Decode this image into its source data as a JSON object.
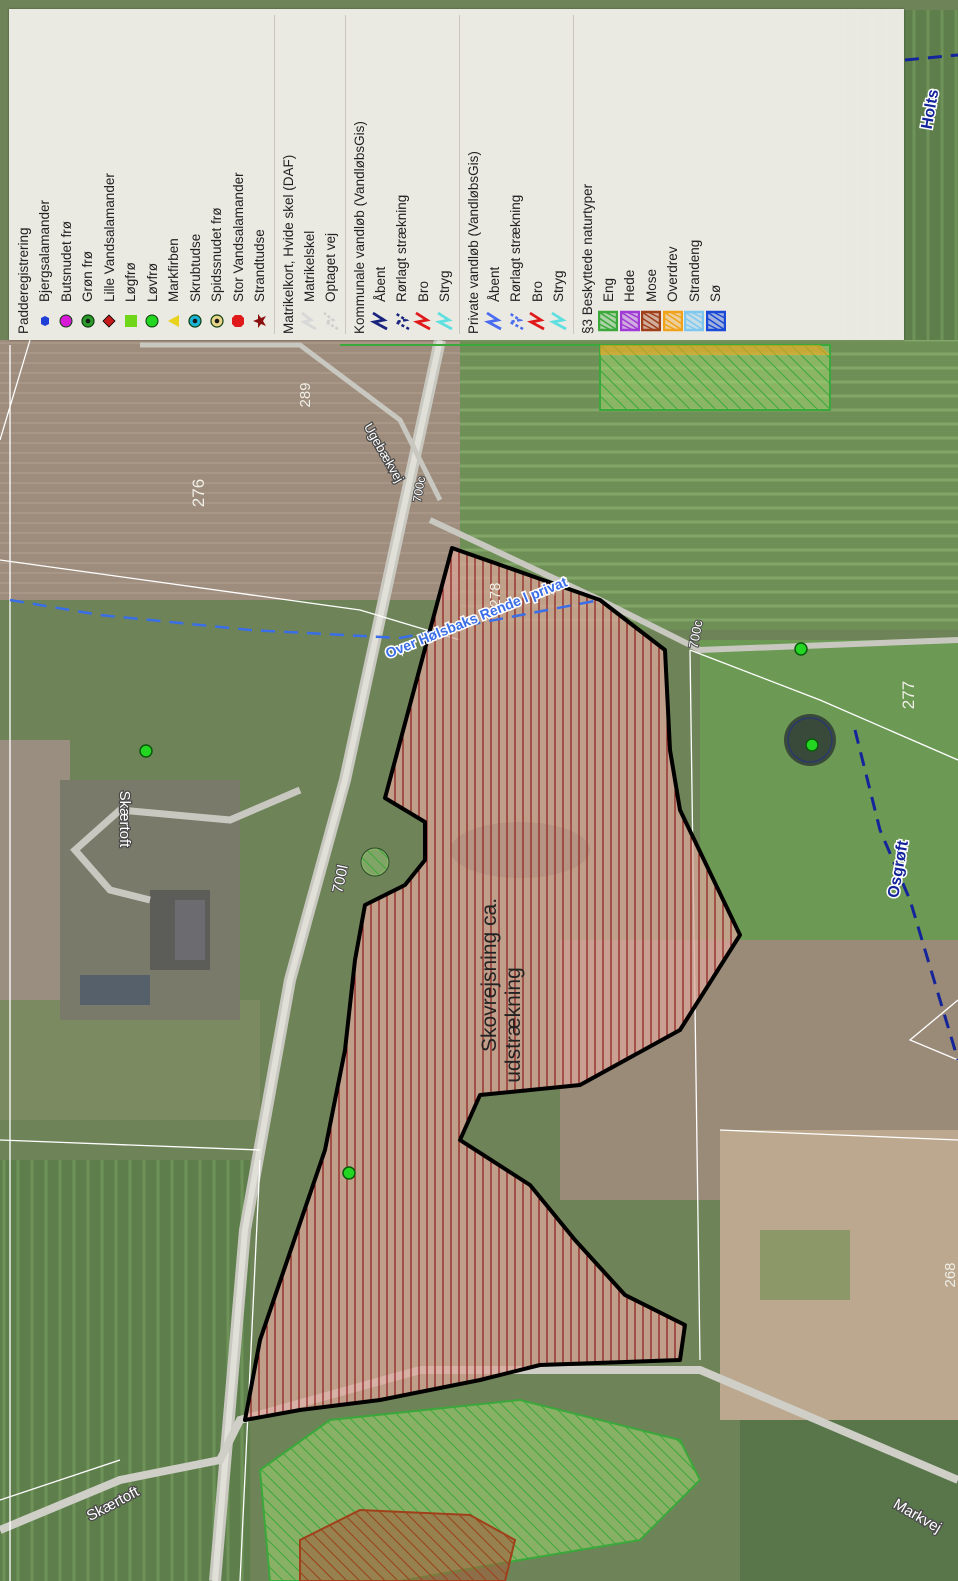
{
  "legend": {
    "groups": [
      {
        "title": "Padderegistrering",
        "items": [
          {
            "label": "Bjergsalamander",
            "symbol": "blue-hexagon-icon",
            "color": "#1f3fd6"
          },
          {
            "label": "Butsnudet frø",
            "symbol": "magenta-dot-icon",
            "color": "#d81ad8"
          },
          {
            "label": "Grøn frø",
            "symbol": "green-ring-dot-icon",
            "color": "#2a9a2a"
          },
          {
            "label": "Lille Vandsalamander",
            "symbol": "red-diamond-icon",
            "color": "#c51a1a"
          },
          {
            "label": "Løgfrø",
            "symbol": "green-square-icon",
            "color": "#6fd61a"
          },
          {
            "label": "Løvfrø",
            "symbol": "green-dot-icon",
            "color": "#22d622"
          },
          {
            "label": "Markfirben",
            "symbol": "yellow-triangle-icon",
            "color": "#e8d21a"
          },
          {
            "label": "Skrubtudse",
            "symbol": "cyan-ring-dot-icon",
            "color": "#1ab4d6"
          },
          {
            "label": "Spidssnudet frø",
            "symbol": "cream-ring-dot-icon",
            "color": "#e8d48a"
          },
          {
            "label": "Stor Vandsalamander",
            "symbol": "red-octagon-icon",
            "color": "#e01a1a"
          },
          {
            "label": "Strandtudse",
            "symbol": "dark-red-star-icon",
            "color": "#8a1010"
          }
        ]
      },
      {
        "title": "Matrikelkort, Hvide skel (DAF)",
        "items": [
          {
            "label": "Matrikelskel",
            "symbol": "white-line-icon",
            "color": "#ffffff"
          },
          {
            "label": "Optaget vej",
            "symbol": "white-dashed-line-icon",
            "color": "#ffffff"
          }
        ]
      },
      {
        "title": "Kommunale vandløb (VandløbsGis)",
        "items": [
          {
            "label": "Åbent",
            "symbol": "navy-zigzag-icon",
            "color": "#1a237e"
          },
          {
            "label": "Rørlagt strækning",
            "symbol": "navy-dashed-zigzag-icon",
            "color": "#1a237e"
          },
          {
            "label": "Bro",
            "symbol": "red-zigzag-icon",
            "color": "#e01a1a"
          },
          {
            "label": "Stryg",
            "symbol": "cyan-zigzag-icon",
            "color": "#5ee0e0"
          }
        ]
      },
      {
        "title": "Private vandløb (VandløbsGis)",
        "items": [
          {
            "label": "Åbent",
            "symbol": "blue-zigzag-icon",
            "color": "#4a6cf0"
          },
          {
            "label": "Rørlagt strækning",
            "symbol": "blue-dashed-zigzag-icon",
            "color": "#4a6cf0"
          },
          {
            "label": "Bro",
            "symbol": "red-zigzag-icon",
            "color": "#e01a1a"
          },
          {
            "label": "Stryg",
            "symbol": "cyan-zigzag-icon",
            "color": "#5ee0e0"
          }
        ]
      },
      {
        "title": "§3 Beskyttede naturtyper",
        "items": [
          {
            "label": "Eng",
            "symbol": "green-hatched-square-icon",
            "color": "#3aa83a"
          },
          {
            "label": "Hede",
            "symbol": "purple-hatched-square-icon",
            "color": "#a03ad6"
          },
          {
            "label": "Mose",
            "symbol": "brown-hatched-square-icon",
            "color": "#a0401a"
          },
          {
            "label": "Overdrev",
            "symbol": "orange-hatched-square-icon",
            "color": "#f0a21a"
          },
          {
            "label": "Strandeng",
            "symbol": "lightblue-hatched-square-icon",
            "color": "#7ec8f0"
          },
          {
            "label": "Sø",
            "symbol": "blue-hatched-square-icon",
            "color": "#1a4ad6"
          }
        ]
      }
    ]
  },
  "map": {
    "parcel_numbers": [
      "276",
      "289",
      "278",
      "277",
      "268"
    ],
    "road_labels": [
      "Skærtoft",
      "Skærtoft",
      "Ugebækvej",
      "Markvej"
    ],
    "road_codes": [
      "700c",
      "700c",
      "700l"
    ],
    "stream_labels": [
      "Over Hølsbaks Rende l privat",
      "Osgrøft",
      "Holts"
    ],
    "project_label_line1": "Skovrejsning ca.",
    "project_label_line2": "udstrækning",
    "colors": {
      "project_fill": "#d9a79a",
      "project_hatch": "#8a1010",
      "project_outline": "#000000",
      "stream_private": "#3a6ee8",
      "stream_municipal": "#14249a",
      "meadow": "#3aa83a",
      "bog": "#a0401a",
      "observation": "#22d622"
    }
  }
}
